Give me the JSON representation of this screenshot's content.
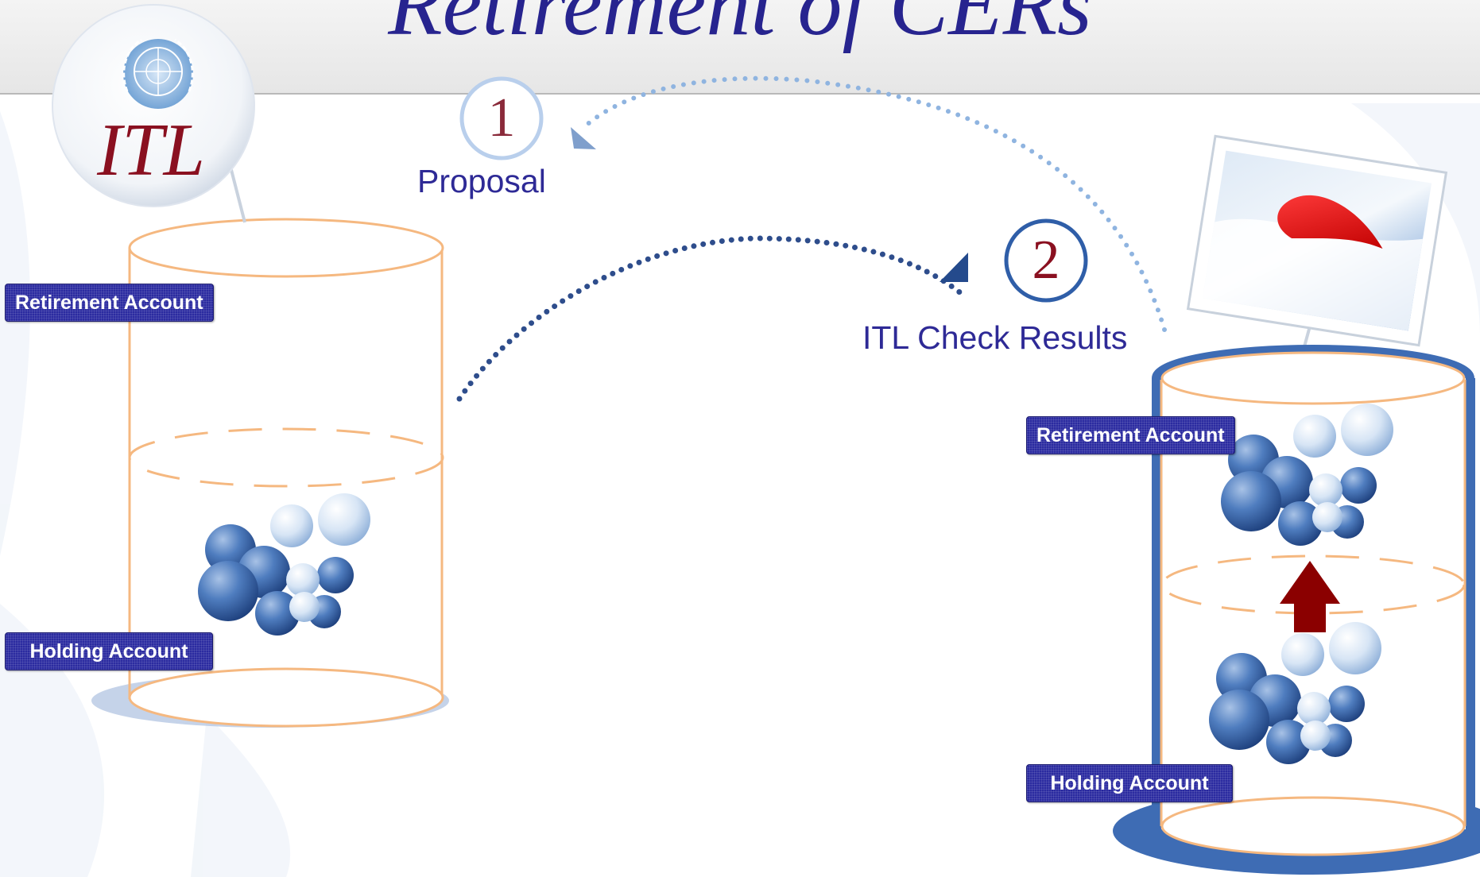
{
  "title": "Retirement of CERs",
  "itl_logo": {
    "text": "ITL",
    "emblem": "un-emblem-icon"
  },
  "steps": [
    {
      "number": "1",
      "label": "Proposal"
    },
    {
      "number": "2",
      "label": "ITL Check Results"
    }
  ],
  "left_registry": {
    "top_label": "Retirement Account",
    "bottom_label": "Holding Account"
  },
  "right_registry": {
    "top_label": "Retirement Account",
    "bottom_label": "Holding Account"
  },
  "flag_icon": "japan-flag-icon",
  "colors": {
    "title": "#27248f",
    "label_bg": "#2b2ba0",
    "step1_number": "#8a2a3a",
    "step2_number": "#8a1020",
    "itl_text": "#8a1020",
    "arrow": "#8b0000",
    "cylinder_outline": "#f5b880",
    "right_frame": "#3e6cb4"
  }
}
